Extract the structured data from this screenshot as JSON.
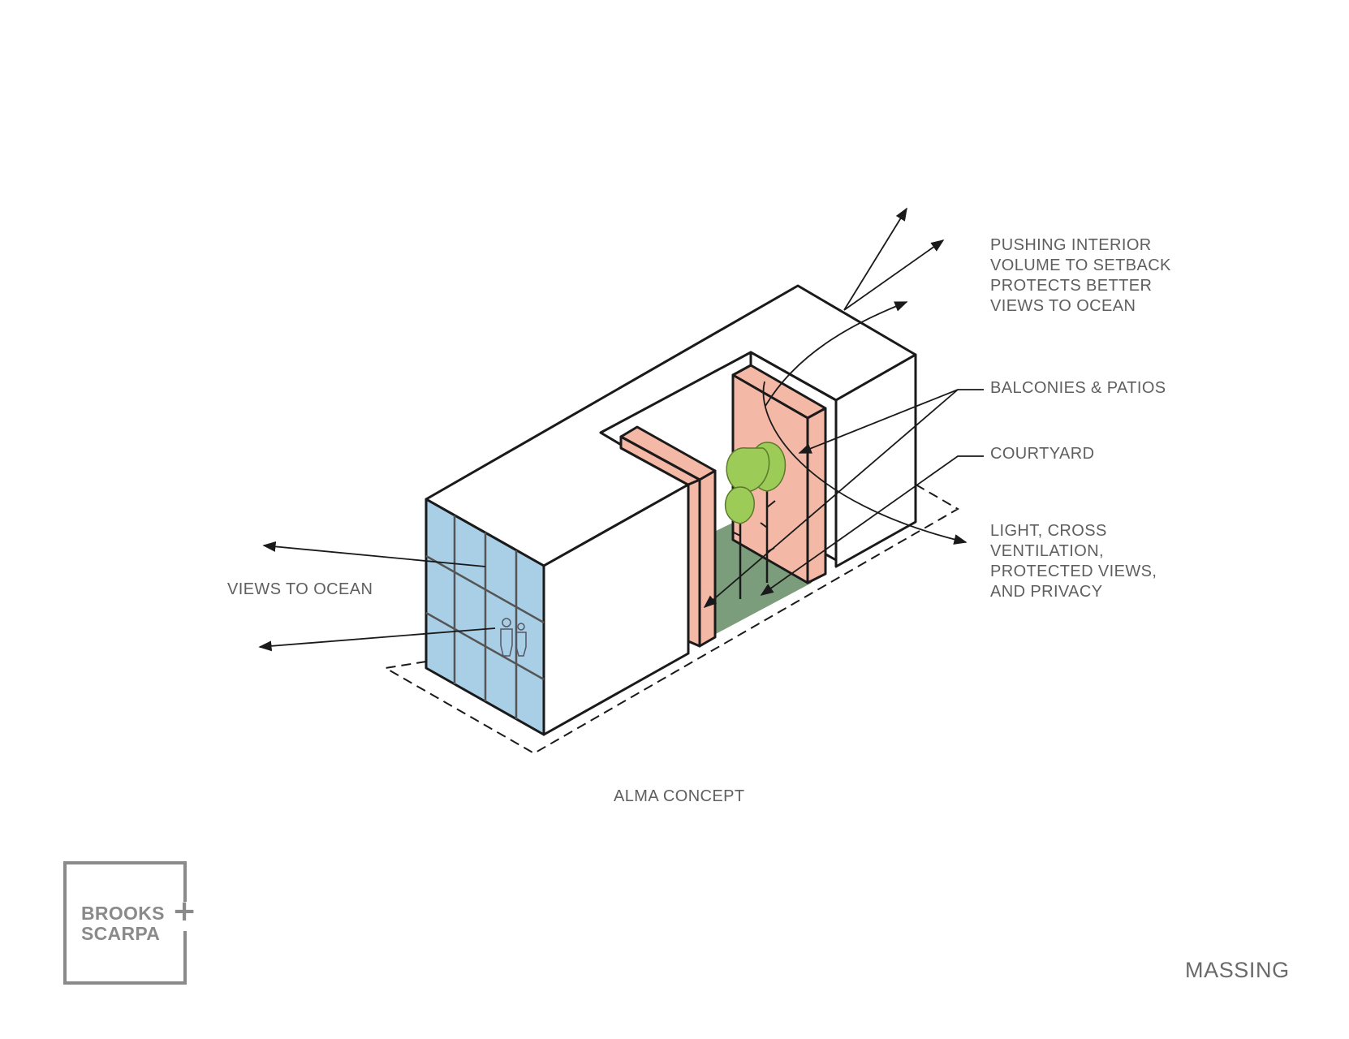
{
  "callouts": {
    "pushing_interior": [
      "PUSHING INTERIOR",
      "VOLUME TO SETBACK",
      "PROTECTS BETTER",
      "VIEWS TO OCEAN"
    ],
    "balconies": "BALCONIES & PATIOS",
    "courtyard": "COURTYARD",
    "light": [
      "LIGHT, CROSS",
      "VENTILATION,",
      "PROTECTED VIEWS,",
      "AND PRIVACY"
    ],
    "views_to_ocean": "VIEWS TO OCEAN"
  },
  "caption": "ALMA CONCEPT",
  "sheet_title": "MASSING",
  "logo": {
    "line1": "BROOKS",
    "line2": "SCARPA",
    "mark": "+"
  },
  "colors": {
    "glass": "#a8cfe6",
    "balcony": "#f4b9a6",
    "courtyard": "#7c9d7c",
    "tree": "#9ccb58",
    "line": "#1a1a1a",
    "text": "#5f5f5f",
    "logo": "#8a8a8a"
  }
}
